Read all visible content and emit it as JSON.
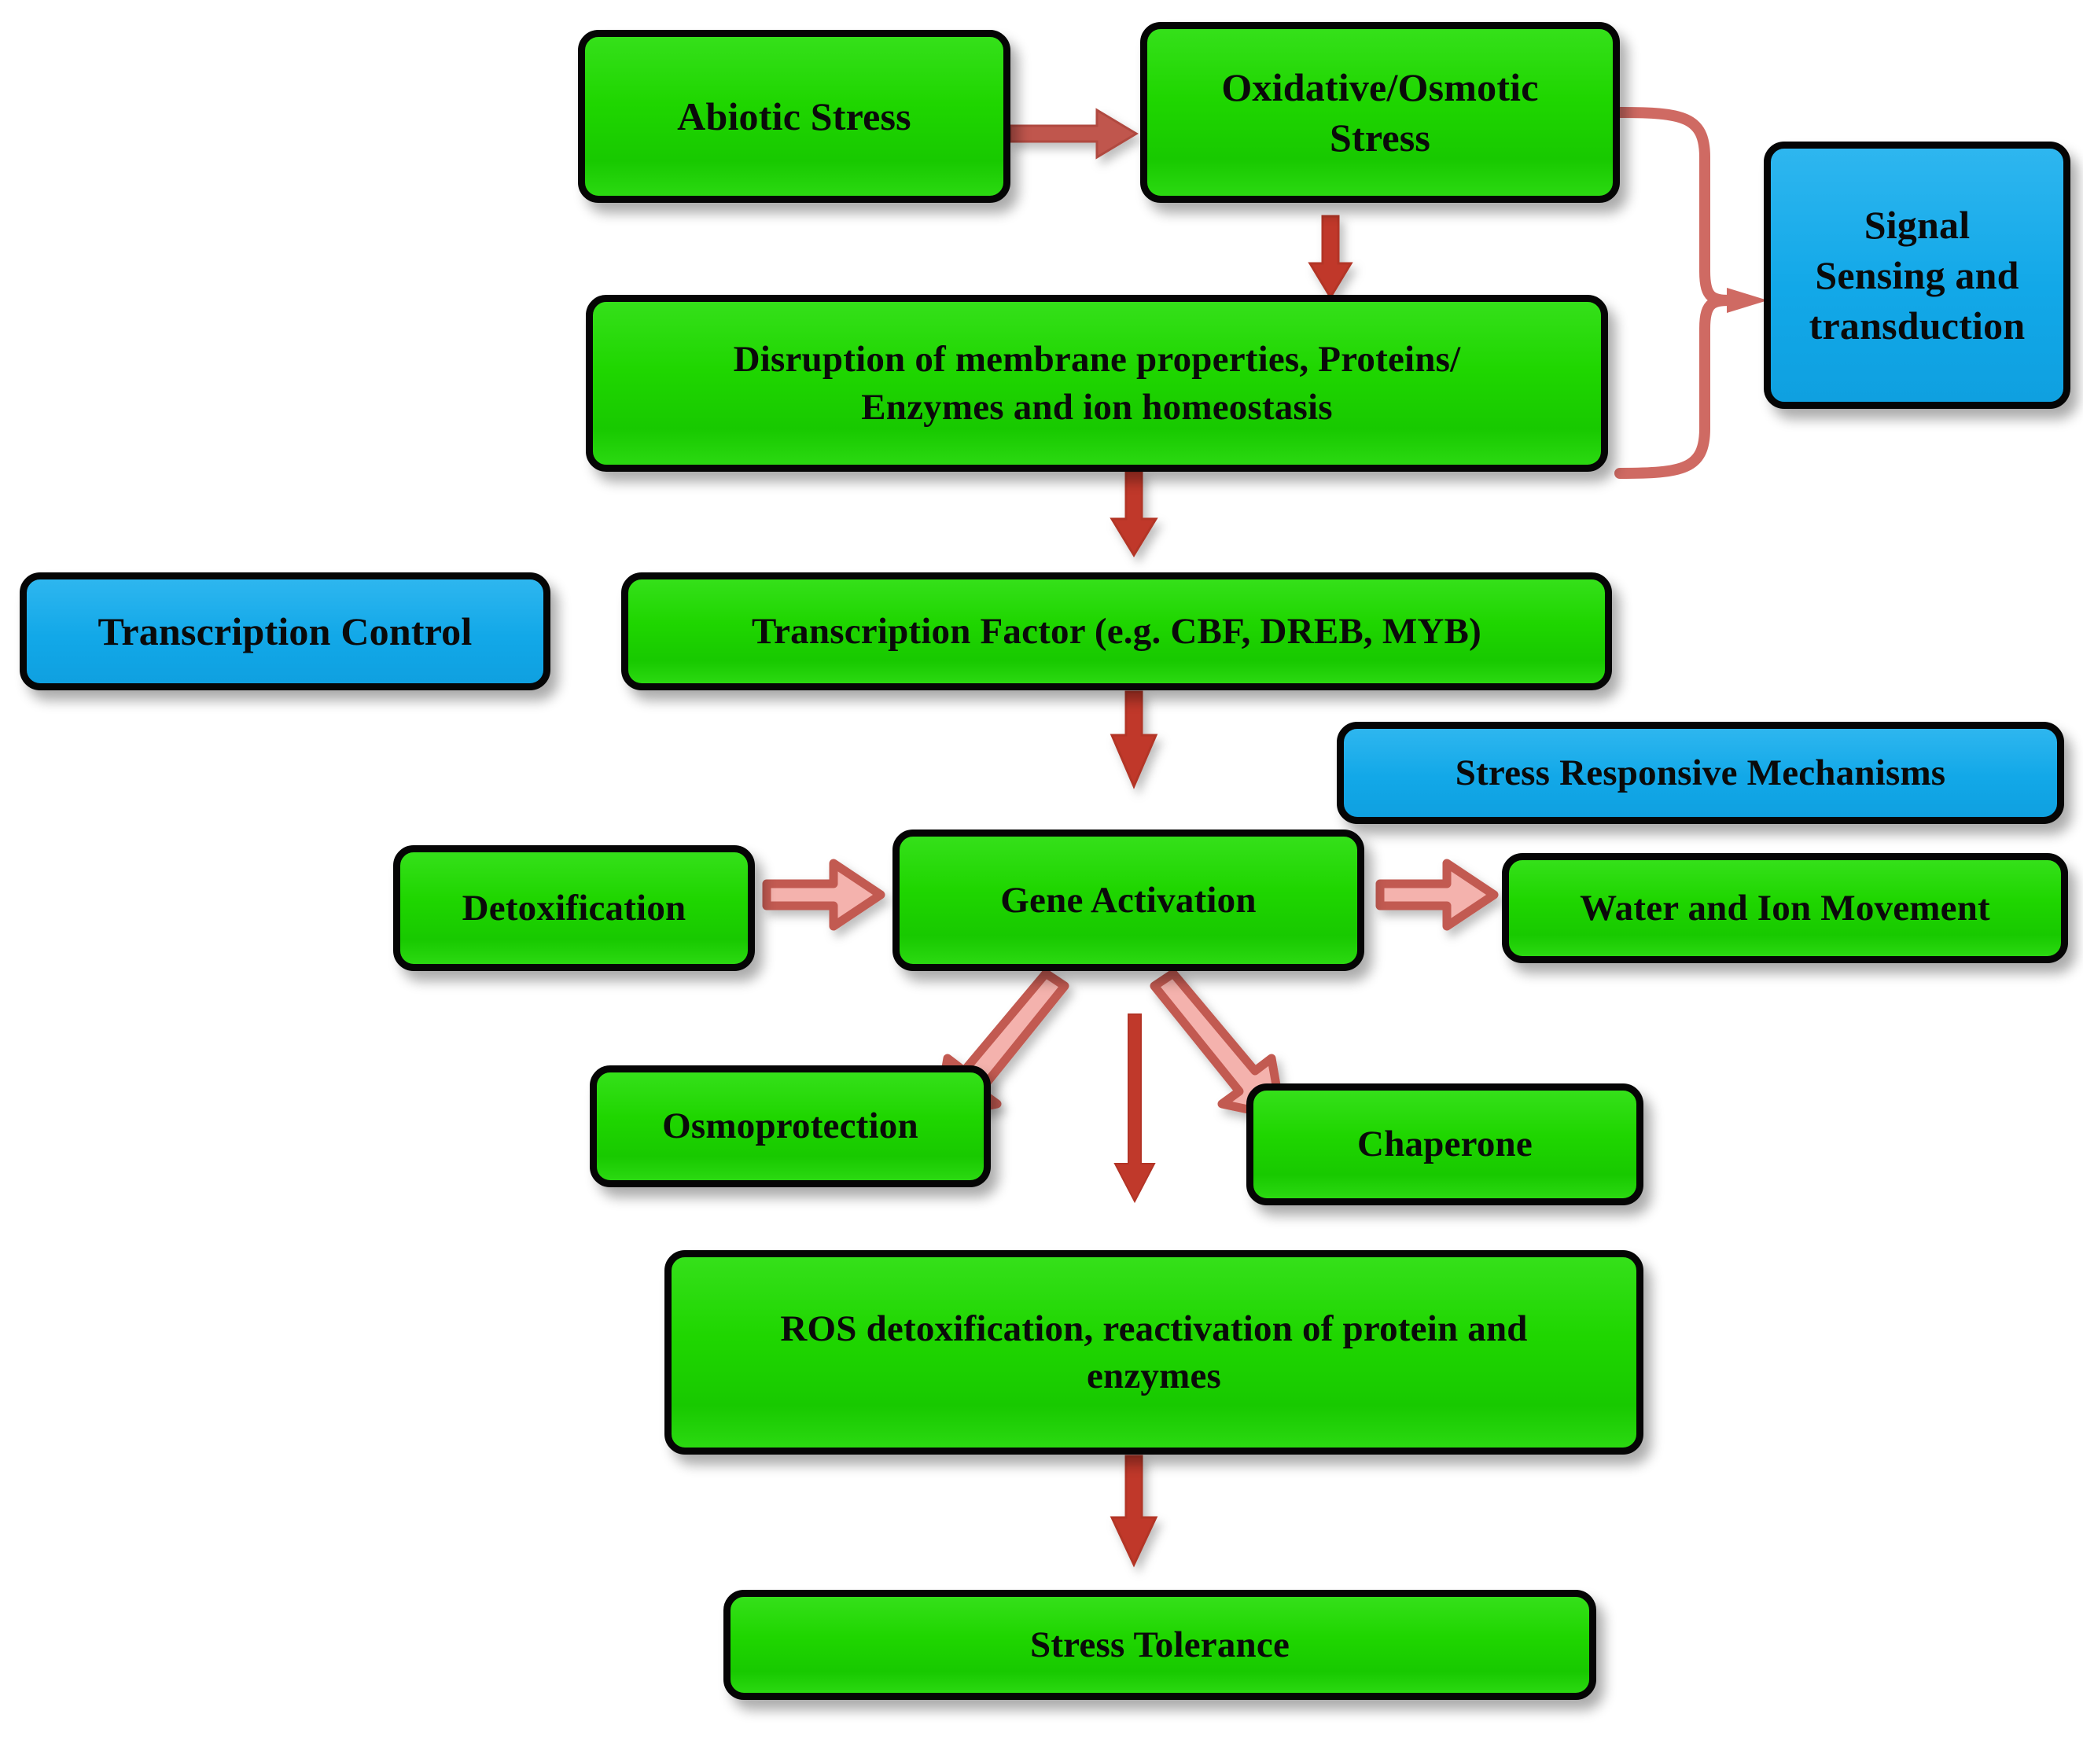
{
  "diagram": {
    "title": "Abiotic stress signalling and tolerance pathway",
    "colors": {
      "process_green": "#20d800",
      "category_blue": "#13a9e9",
      "arrow_red_solid": "#c0392b",
      "arrow_red_outline": "#d9706a",
      "border_black": "#050505",
      "background": "#ffffff"
    },
    "nodes": [
      {
        "id": "abiotic-stress",
        "label": "Abiotic Stress",
        "type": "green"
      },
      {
        "id": "oxidative-osmotic",
        "label": "Oxidative/Osmotic Stress",
        "type": "green"
      },
      {
        "id": "signal-sensing",
        "label": "Signal Sensing and transduction",
        "type": "blue"
      },
      {
        "id": "disruption",
        "label": "Disruption of membrane properties, Proteins/ Enzymes and ion homeostasis",
        "type": "green"
      },
      {
        "id": "transcription-control",
        "label": "Transcription Control",
        "type": "blue"
      },
      {
        "id": "transcription-factor",
        "label": "Transcription Factor (e.g. CBF, DREB, MYB)",
        "type": "green"
      },
      {
        "id": "stress-responsive",
        "label": "Stress Responsive Mechanisms",
        "type": "blue"
      },
      {
        "id": "detoxification",
        "label": "Detoxification",
        "type": "green"
      },
      {
        "id": "gene-activation",
        "label": "Gene Activation",
        "type": "green"
      },
      {
        "id": "water-ion-movement",
        "label": "Water and Ion Movement",
        "type": "green"
      },
      {
        "id": "osmoprotection",
        "label": "Osmoprotection",
        "type": "green"
      },
      {
        "id": "chaperone",
        "label": "Chaperone",
        "type": "green"
      },
      {
        "id": "ros-detox",
        "label": "ROS detoxification, reactivation of protein and enzymes",
        "type": "green"
      },
      {
        "id": "stress-tolerance",
        "label": "Stress Tolerance",
        "type": "green"
      }
    ],
    "edges": [
      {
        "from": "abiotic-stress",
        "to": "oxidative-osmotic",
        "style": "solid-arrow",
        "direction": "right"
      },
      {
        "from": "oxidative-osmotic",
        "to": "disruption",
        "style": "solid-arrow",
        "direction": "down"
      },
      {
        "from": "oxidative-osmotic+disruption",
        "to": "signal-sensing",
        "style": "brace",
        "direction": "right"
      },
      {
        "from": "disruption",
        "to": "transcription-factor",
        "style": "solid-arrow",
        "direction": "down"
      },
      {
        "from": "transcription-factor",
        "to": "gene-activation",
        "style": "solid-arrow",
        "direction": "down"
      },
      {
        "from": "gene-activation",
        "to": "detoxification",
        "style": "hollow-arrow",
        "direction": "left"
      },
      {
        "from": "gene-activation",
        "to": "water-ion-movement",
        "style": "hollow-arrow",
        "direction": "right"
      },
      {
        "from": "gene-activation",
        "to": "osmoprotection",
        "style": "hollow-arrow",
        "direction": "down-left"
      },
      {
        "from": "gene-activation",
        "to": "chaperone",
        "style": "hollow-arrow",
        "direction": "down-right"
      },
      {
        "from": "gene-activation",
        "to": "ros-detox",
        "style": "solid-arrow",
        "direction": "down"
      },
      {
        "from": "ros-detox",
        "to": "stress-tolerance",
        "style": "solid-arrow",
        "direction": "down"
      }
    ],
    "labels": {
      "abiotic_stress": "Abiotic Stress",
      "oxidative_osmotic_line1": "Oxidative/Osmotic",
      "oxidative_osmotic_line2": "Stress",
      "signal_line1": "Signal",
      "signal_line2": "Sensing and",
      "signal_line3": "transduction",
      "disruption_line1": "Disruption of membrane properties, Proteins/",
      "disruption_line2": "Enzymes and ion homeostasis",
      "transcription_control": "Transcription Control",
      "transcription_factor": "Transcription Factor (e.g. CBF, DREB, MYB)",
      "stress_responsive": "Stress Responsive Mechanisms",
      "detoxification": "Detoxification",
      "gene_activation": "Gene Activation",
      "water_ion_movement": "Water and Ion Movement",
      "osmoprotection": "Osmoprotection",
      "chaperone": "Chaperone",
      "ros_detox_line1": "ROS detoxification, reactivation of protein and",
      "ros_detox_line2": "enzymes",
      "stress_tolerance": "Stress Tolerance"
    }
  }
}
